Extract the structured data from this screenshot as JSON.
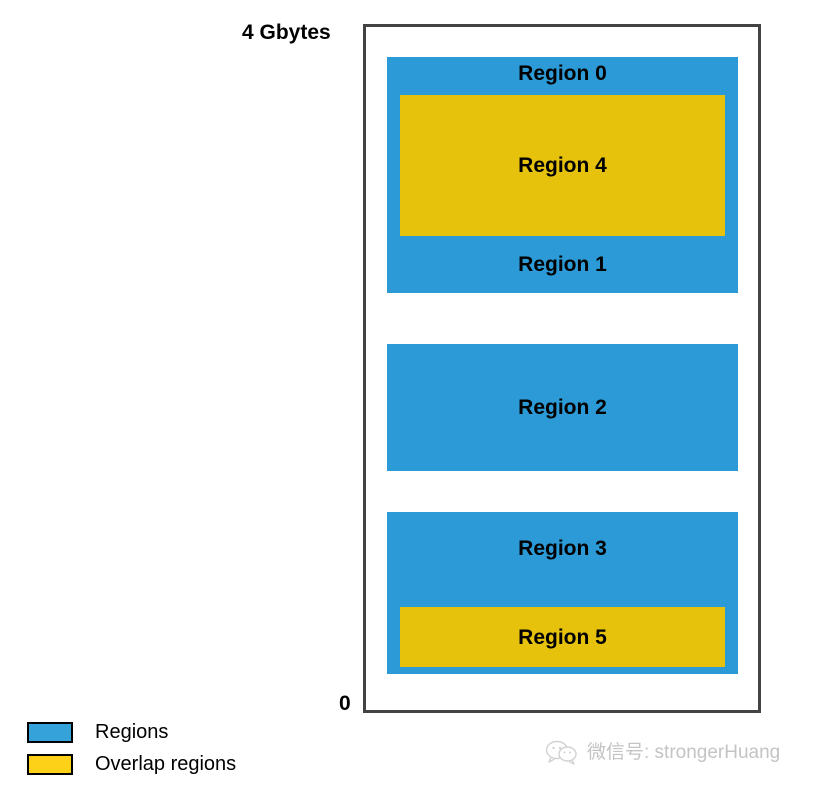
{
  "diagram": {
    "scale": {
      "top_label": "4 Gbytes",
      "bottom_label": "0"
    },
    "colors": {
      "base_region": "#2b9ad6",
      "overlap_region": "#e6c20c",
      "frame_border": "#434343",
      "legend_base": "#35a3d9",
      "legend_overlap": "#fdd118",
      "text": "#000000",
      "watermark": "#c4c4c4"
    },
    "regions": [
      {
        "id": "region-0",
        "label": "Region 0",
        "kind": "base"
      },
      {
        "id": "region-1",
        "label": "Region 1",
        "kind": "base"
      },
      {
        "id": "region-4",
        "label": "Region 4",
        "kind": "overlap"
      },
      {
        "id": "region-2",
        "label": "Region 2",
        "kind": "base"
      },
      {
        "id": "region-3",
        "label": "Region 3",
        "kind": "base"
      },
      {
        "id": "region-5",
        "label": "Region 5",
        "kind": "overlap"
      }
    ]
  },
  "legend": {
    "items": [
      {
        "label": "Regions",
        "kind": "base"
      },
      {
        "label": "Overlap regions",
        "kind": "overlap"
      }
    ]
  },
  "watermark": {
    "icon": "wechat-icon",
    "text": "微信号: strongerHuang"
  }
}
